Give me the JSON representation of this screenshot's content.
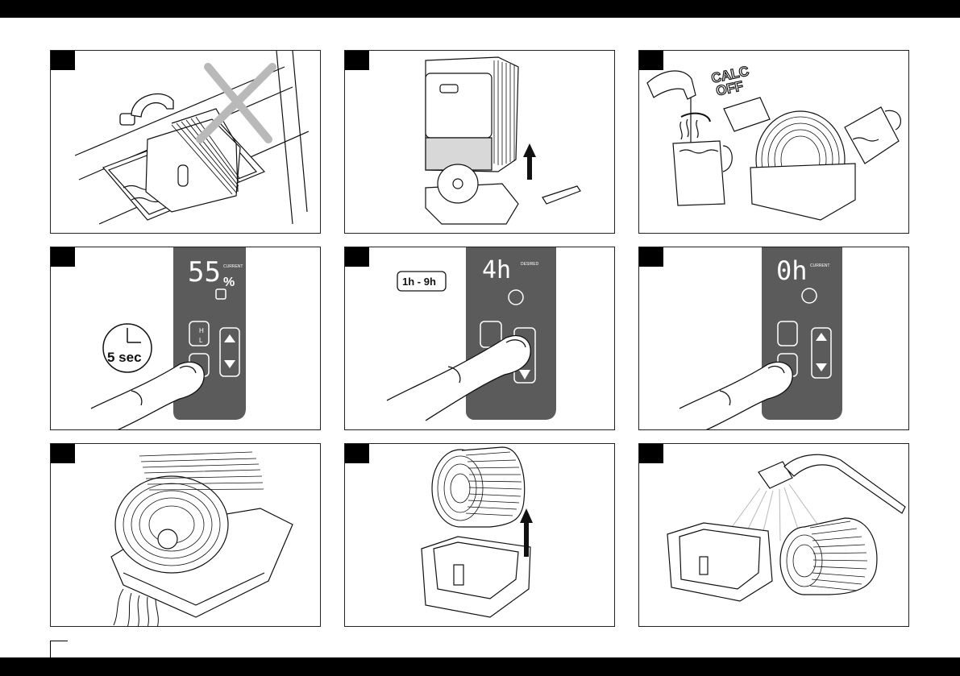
{
  "steps": [
    {
      "id": 1,
      "label": ""
    },
    {
      "id": 2,
      "label": ""
    },
    {
      "id": 3,
      "label": "",
      "packet_text_line1": "CALC",
      "packet_text_line2": "OFF"
    },
    {
      "id": 4,
      "display_value": "55",
      "display_unit": "%",
      "display_caption": "CURRENT",
      "timer_label": "5 sec"
    },
    {
      "id": 5,
      "display_value": "4h",
      "display_caption": "DESIRED",
      "range_label": "1h - 9h"
    },
    {
      "id": 6,
      "display_value": "0h",
      "display_caption": "CURRENT"
    },
    {
      "id": 7,
      "label": ""
    },
    {
      "id": 8,
      "label": ""
    },
    {
      "id": 9,
      "label": ""
    }
  ],
  "panel_keys": {
    "h": "H",
    "l": "L"
  },
  "colors": {
    "ink": "#111111",
    "panel_dark": "#5b5b5b",
    "shade": "#d8d8d8",
    "cross": "#b9b9b9",
    "water": "#ffffff"
  }
}
